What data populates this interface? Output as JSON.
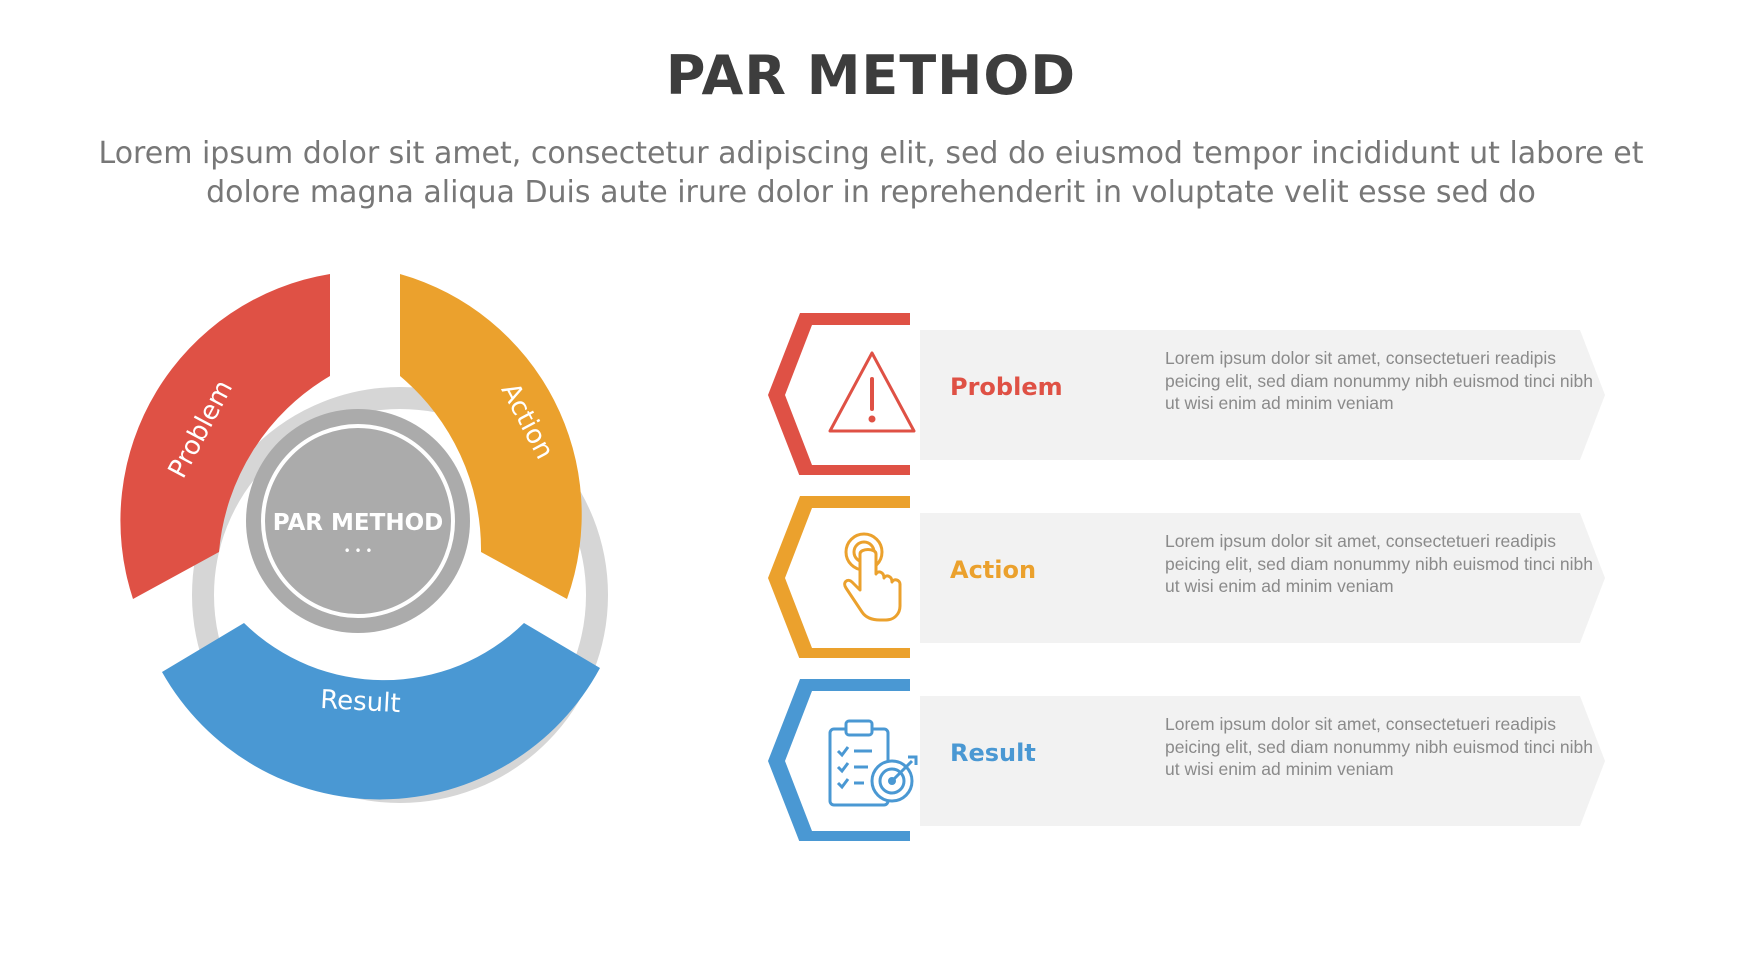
{
  "header": {
    "title": "PAR METHOD",
    "subtitle": "Lorem ipsum dolor sit amet, consectetur adipiscing elit, sed do eiusmod tempor incididunt ut labore et dolore magna aliqua Duis aute irure dolor in reprehenderit in voluptate velit esse sed do"
  },
  "cycle": {
    "center_label": "PAR METHOD",
    "center_dots": "• • •",
    "segments": [
      {
        "label": "Problem",
        "color": "#df5145"
      },
      {
        "label": "Action",
        "color": "#eba12d"
      },
      {
        "label": "Result",
        "color": "#4a98d3"
      }
    ],
    "ring_color": "#d6d6d6",
    "center_color": "#ababab"
  },
  "rows": [
    {
      "title": "Problem",
      "color": "#df5145",
      "icon": "warning-triangle-icon",
      "description": "Lorem ipsum dolor sit amet, consectetueri readipis peicing elit, sed diam nonummy nibh euismod tinci nibh ut wisi enim ad minim veniam"
    },
    {
      "title": "Action",
      "color": "#eba12d",
      "icon": "hand-tap-icon",
      "description": "Lorem ipsum dolor sit amet, consectetueri readipis peicing elit, sed diam nonummy nibh euismod tinci nibh ut wisi enim ad minim veniam"
    },
    {
      "title": "Result",
      "color": "#4a98d3",
      "icon": "clipboard-target-icon",
      "description": "Lorem ipsum dolor sit amet, consectetueri readipis peicing elit, sed diam nonummy nibh euismod tinci nibh ut wisi enim ad minim veniam"
    }
  ]
}
